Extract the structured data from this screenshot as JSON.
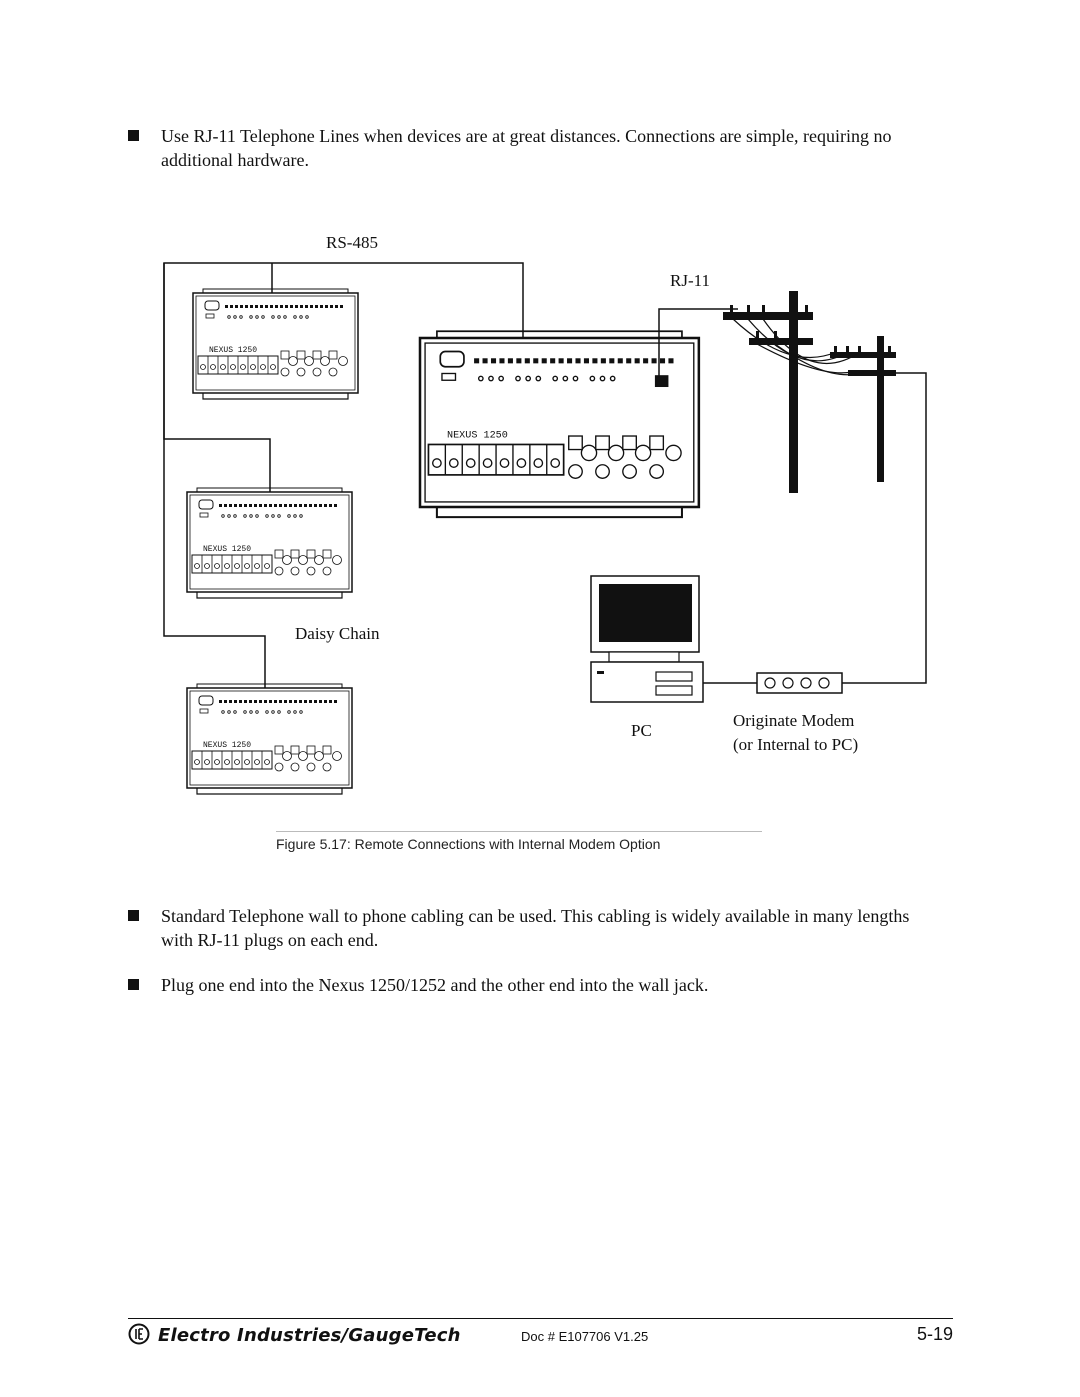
{
  "bullets": [
    "Use RJ-11 Telephone Lines when devices are at great distances.  Connections are simple, requiring no additional hardware.",
    "Standard Telephone wall to phone cabling can be used.  This cabling is widely available in many lengths with RJ-11 plugs on each end.",
    "Plug one end into the Nexus 1250/1252 and the other end into the wall jack."
  ],
  "diagram": {
    "labels": {
      "rs485": "RS-485",
      "rj11": "RJ-11",
      "daisy_chain": "Daisy Chain",
      "pc": "PC",
      "modem_line1": "Originate Modem",
      "modem_line2": "(or Internal to PC)"
    },
    "device_model": "NEXUS 1250"
  },
  "caption": "Figure 5.17: Remote Connections with Internal Modem Option",
  "footer": {
    "company": "Electro Industries/GaugeTech",
    "doc": "Doc # E107706   V1.25",
    "page": "5-19"
  }
}
